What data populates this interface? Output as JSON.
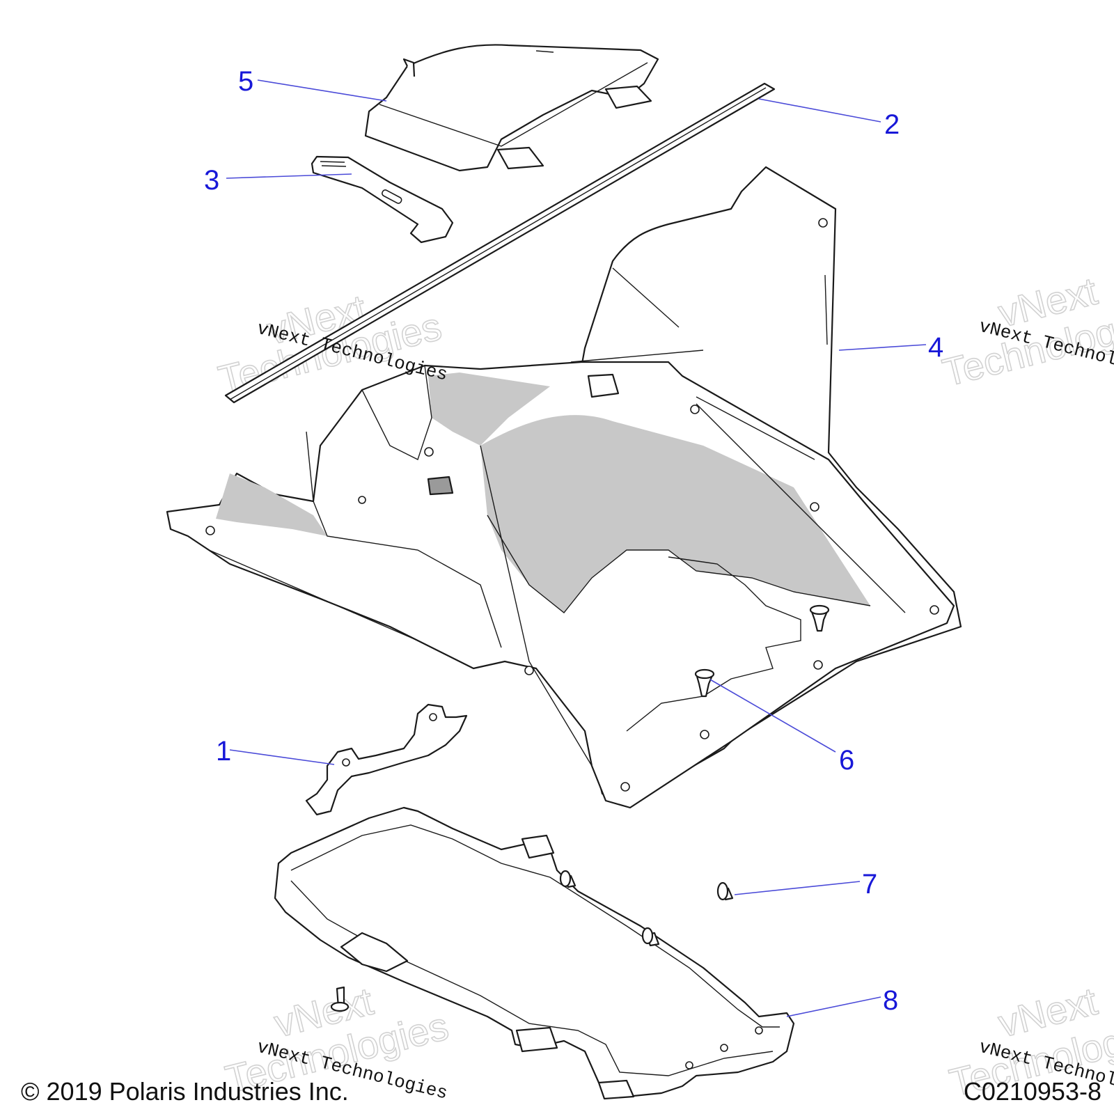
{
  "callouts": [
    {
      "id": "1",
      "label": "1"
    },
    {
      "id": "2",
      "label": "2"
    },
    {
      "id": "3",
      "label": "3"
    },
    {
      "id": "4",
      "label": "4"
    },
    {
      "id": "5",
      "label": "5"
    },
    {
      "id": "6",
      "label": "6"
    },
    {
      "id": "7",
      "label": "7"
    },
    {
      "id": "8",
      "label": "8"
    }
  ],
  "watermark": {
    "brand": "vNext Technologies",
    "word1": "vNext",
    "word2": "Technologies"
  },
  "footer": {
    "copyright": "© 2019 Polaris Industries Inc.",
    "figure_code": "C0210953-8"
  },
  "colors": {
    "callout": "#1818d8",
    "leader": "#4a4ad8",
    "shading": "#c8c8c8"
  }
}
